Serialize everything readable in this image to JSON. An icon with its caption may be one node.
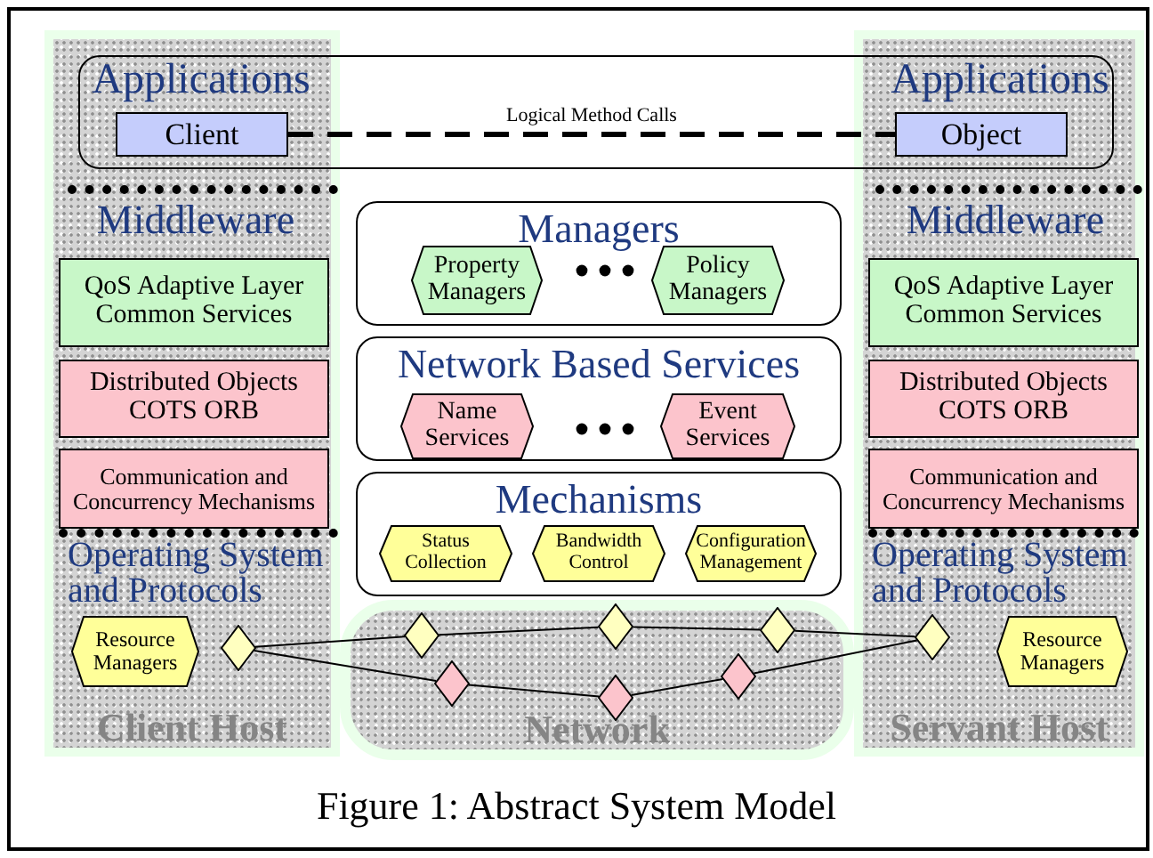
{
  "diagram": {
    "caption": "Figure 1: Abstract System Model",
    "nodes": [
      {
        "text": [
          "Client Host"
        ]
      },
      {
        "text": [
          "Network"
        ]
      },
      {
        "text": [
          "Servant Host"
        ]
      },
      {
        "text": [
          "Client"
        ],
        "in": 0
      },
      {
        "text": [
          "Object"
        ],
        "in": 2
      },
      {
        "text": [
          "QoS Adaptive Layer Common Services"
        ],
        "in": 0
      },
      {
        "text": [
          "Distributed Objects COTS ORB"
        ],
        "in": 0
      },
      {
        "text": [
          "Communication and Concurrency Mechanisms"
        ],
        "in": 0
      },
      {
        "text": [
          "Resource Managers"
        ],
        "in": 0
      },
      {
        "text": [
          "Managers"
        ]
      },
      {
        "text": [
          "Property Managers"
        ],
        "in": 9
      },
      {
        "text": [
          "Policy Managers"
        ],
        "in": 9
      },
      {
        "text": [
          "Network Based Services"
        ]
      },
      {
        "text": [
          "Name Services"
        ],
        "in": 12
      },
      {
        "text": [
          "Event Services"
        ],
        "in": 12
      },
      {
        "text": [
          "Mechanisms"
        ]
      },
      {
        "text": [
          "Status Collection"
        ],
        "in": 15
      },
      {
        "text": [
          "Bandwidth Control"
        ],
        "in": 15
      },
      {
        "text": [
          "Configuration Management"
        ],
        "in": 15
      },
      {
        "text": [
          "QoS Adaptive Layer Common Services"
        ],
        "in": 2
      },
      {
        "text": [
          "Distributed Objects COTS ORB"
        ],
        "in": 2
      },
      {
        "text": [
          "Communication and Concurrency Mechanisms"
        ],
        "in": 2
      },
      {
        "text": [
          "Resource Managers"
        ],
        "in": 2
      },
      {
        "text": [],
        "shape": "diamond",
        "in": 0
      },
      {
        "text": [],
        "shape": "diamond",
        "in": 1
      },
      {
        "text": [],
        "shape": "diamond",
        "in": 1
      },
      {
        "text": [],
        "shape": "diamond",
        "in": 1
      },
      {
        "text": [],
        "shape": "diamond",
        "in": 1
      },
      {
        "text": [],
        "shape": "diamond",
        "in": 1
      },
      {
        "text": [],
        "shape": "diamond",
        "in": 1
      },
      {
        "text": [],
        "shape": "diamond",
        "in": 2
      }
    ],
    "edges": [
      {
        "from": 3,
        "to": 4,
        "arrow": "none",
        "label": "Logical Method Calls",
        "style": "dashed"
      },
      {
        "from": 23,
        "to": 24,
        "arrow": "none"
      },
      {
        "from": 24,
        "to": 26,
        "arrow": "none"
      },
      {
        "from": 26,
        "to": 29,
        "arrow": "none"
      },
      {
        "from": 29,
        "to": 30,
        "arrow": "none"
      },
      {
        "from": 23,
        "to": 25,
        "arrow": "none"
      },
      {
        "from": 25,
        "to": 27,
        "arrow": "none"
      },
      {
        "from": 27,
        "to": 28,
        "arrow": "none"
      },
      {
        "from": 28,
        "to": 30,
        "arrow": "none"
      }
    ],
    "labels": [
      "Applications",
      "Applications",
      "Middleware",
      "Middleware",
      "Operating System and Protocols",
      "Operating System and Protocols"
    ]
  }
}
